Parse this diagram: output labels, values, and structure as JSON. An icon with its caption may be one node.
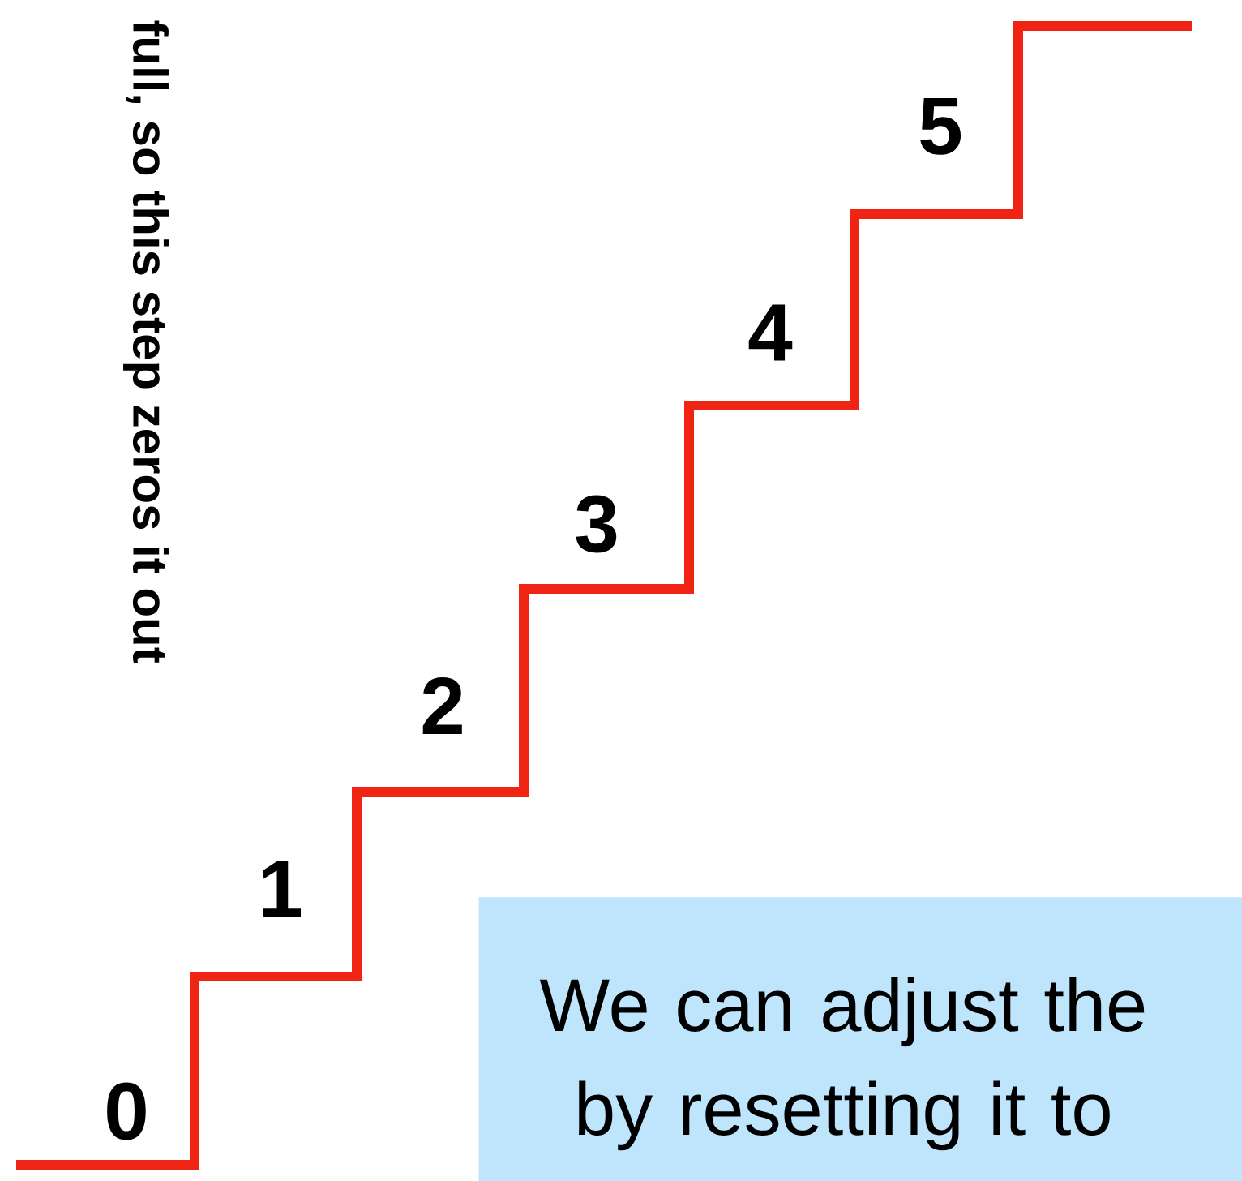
{
  "diagram": {
    "nodes": [
      {
        "text": [
          "We can adjust the by resetting it to"
        ]
      }
    ],
    "edges": [],
    "labels": [
      "full, so this step zeros it out",
      "0",
      "1",
      "2",
      "3",
      "4",
      "5"
    ]
  }
}
